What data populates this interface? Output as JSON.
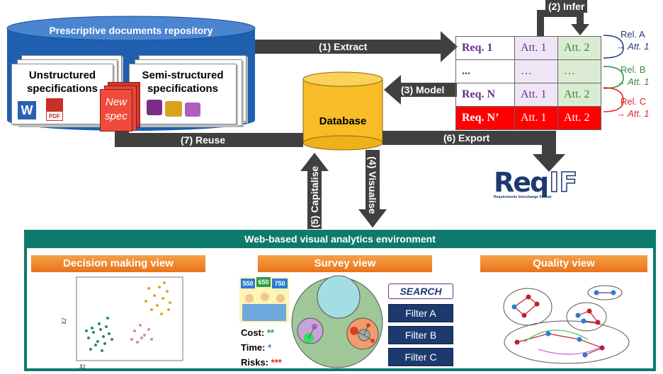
{
  "repository": {
    "title": "Prescriptive documents repository",
    "unstructured": "Unstructured specifications",
    "semi_structured": "Semi-structured specifications",
    "new_spec": "New spec",
    "pdf_label": "PDF",
    "word_label": "W"
  },
  "database": {
    "label": "Database"
  },
  "arrows": {
    "extract": "(1) Extract",
    "infer": "(2) Infer",
    "model": "(3) Model",
    "visualise": "(4) Visualise",
    "capitalise": "(5) Capitalise",
    "export": "(6) Export",
    "reuse": "(7) Reuse"
  },
  "requirements_table": {
    "rows": [
      {
        "req": "Req. 1",
        "att1": "Att. 1",
        "att2": "Att. 2"
      },
      {
        "req": "...",
        "att1": "…",
        "att2": "…"
      },
      {
        "req": "Req. N",
        "att1": "Att. 1",
        "att2": "Att. 2"
      },
      {
        "req": "Req. N’",
        "att1": "Att. 1",
        "att2": "Att. 2"
      }
    ]
  },
  "relations": [
    {
      "name": "Rel. A",
      "att": "→ Att. 1",
      "color": "#1f3a7a"
    },
    {
      "name": "Rel. B",
      "att": "→ Att. 1",
      "color": "#2e8b3a"
    },
    {
      "name": "Rel. C",
      "att": "→ Att. 1",
      "color": "#e02020"
    }
  ],
  "reqif": {
    "logo_text": "Req",
    "logo_suffix": "IF",
    "subtitle": "Requirements Interchange Format"
  },
  "web_env": {
    "title": "Web-based visual analytics environment",
    "decision_view": "Decision making view",
    "survey_view": "Survey view",
    "quality_view": "Quality view",
    "search": "SEARCH",
    "filters": [
      "Filter A",
      "Filter B",
      "Filter C"
    ],
    "cost_label": "Cost:",
    "cost_value": "**",
    "time_label": "Time:",
    "time_value": "*",
    "risks_label": "Risks:",
    "risks_value": "***",
    "cards": [
      "550",
      "650",
      "750"
    ],
    "scatter_xlabel": "X1",
    "scatter_ylabel": "X2"
  },
  "colors": {
    "repo_blue": "#1f5fb0",
    "teal": "#0e7a6b",
    "orange": "#ed7d31",
    "navy": "#1d3a6e",
    "red": "#e02020",
    "purple": "#6a2d91",
    "green": "#2e8b3a"
  }
}
